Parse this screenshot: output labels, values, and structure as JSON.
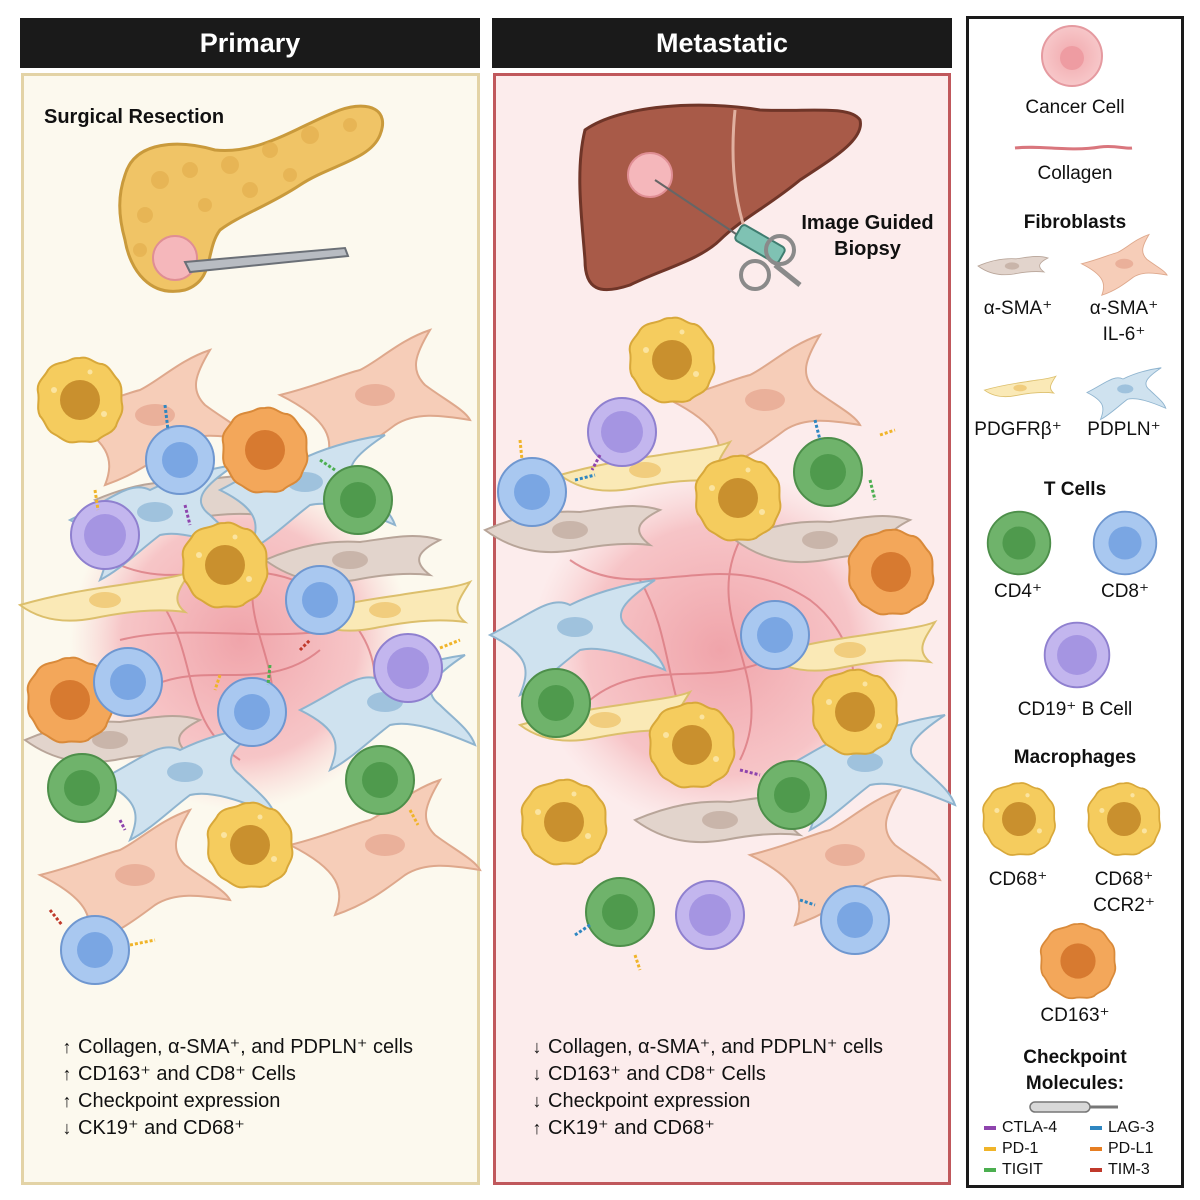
{
  "headers": {
    "primary": "Primary",
    "metastatic": "Metastatic"
  },
  "primary": {
    "procedure": "Surgical Resection",
    "summary": [
      {
        "arrow": "↑",
        "text": "Collagen, α-SMA⁺, and PDPLN⁺ cells"
      },
      {
        "arrow": "↑",
        "text": "CD163⁺ and CD8⁺ Cells"
      },
      {
        "arrow": "↑",
        "text": "Checkpoint expression"
      },
      {
        "arrow": "↓",
        "text": "CK19⁺ and CD68⁺"
      }
    ]
  },
  "metastatic": {
    "procedure_line1": "Image Guided",
    "procedure_line2": "Biopsy",
    "summary": [
      {
        "arrow": "↓",
        "text": "Collagen, α-SMA⁺, and PDPLN⁺ cells"
      },
      {
        "arrow": "↓",
        "text": "CD163⁺ and CD8⁺ Cells"
      },
      {
        "arrow": "↓",
        "text": "Checkpoint expression"
      },
      {
        "arrow": "↑",
        "text": "CK19⁺ and CD68⁺"
      }
    ]
  },
  "legend": {
    "cancer_cell": "Cancer Cell",
    "collagen": "Collagen",
    "fibroblasts_title": "Fibroblasts",
    "fib_asma": "α-SMA⁺",
    "fib_asma_il6_line1": "α-SMA⁺",
    "fib_asma_il6_line2": "IL-6⁺",
    "fib_pdgfrb": "PDGFRβ⁺",
    "fib_pdpln": "PDPLN⁺",
    "tcells_title": "T Cells",
    "cd4": "CD4⁺",
    "cd8": "CD8⁺",
    "bcell": "CD19⁺ B Cell",
    "macrophages_title": "Macrophages",
    "cd68": "CD68⁺",
    "cd68_ccr2_line1": "CD68⁺",
    "cd68_ccr2_line2": "CCR2⁺",
    "cd163": "CD163⁺",
    "checkpoint_title_line1": "Checkpoint",
    "checkpoint_title_line2": "Molecules:",
    "checkpoints": [
      {
        "name": "CTLA-4",
        "color": "#8e44ad"
      },
      {
        "name": "LAG-3",
        "color": "#2e86c1"
      },
      {
        "name": "PD-1",
        "color": "#f0b429"
      },
      {
        "name": "PD-L1",
        "color": "#e67e22"
      },
      {
        "name": "TIGIT",
        "color": "#4caf50"
      },
      {
        "name": "TIM-3",
        "color": "#c0392b"
      }
    ]
  },
  "colors": {
    "primary_bg": "#fcf9ee",
    "primary_border": "#e3d3a6",
    "metastatic_bg": "#fcecec",
    "metastatic_border": "#c0585c",
    "header_bg": "#1a1a1a"
  }
}
